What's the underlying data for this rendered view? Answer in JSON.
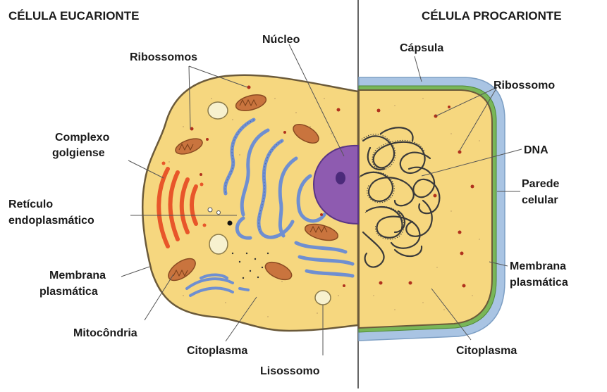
{
  "panels": {
    "eukaryote_title": "CÉLULA EUCARIONTE",
    "prokaryote_title": "CÉLULA PROCARIONTE"
  },
  "eukaryote_labels": {
    "nucleus": "Núcleo",
    "ribosomes": "Ribossomos",
    "golgi_line1": "Complexo",
    "golgi_line2": "golgiense",
    "er_line1": "Retículo",
    "er_line2": "endoplasmático",
    "membrane_line1": "Membrana",
    "membrane_line2": "plasmática",
    "mitochondria": "Mitocôndria",
    "cytoplasm": "Citoplasma",
    "lysosome": "Lisossomo"
  },
  "prokaryote_labels": {
    "capsule": "Cápsula",
    "ribosome": "Ribossomo",
    "dna": "DNA",
    "wall_line1": "Parede",
    "wall_line2": "celular",
    "membrane_line1": "Membrana",
    "membrane_line2": "plasmática",
    "cytoplasm": "Citoplasma"
  },
  "colors": {
    "cytoplasm": "#f6d77f",
    "cell_outline": "#6b5a3a",
    "nucleus": "#8e5bb0",
    "nucleolus": "#4b2a7a",
    "golgi": "#e8562a",
    "er": "#6f8fd1",
    "mitochondria": "#c9743e",
    "capsule": "#a9c4e3",
    "cell_wall": "#79b658",
    "dna": "#3a3a3a",
    "ribosome": "#b0311c",
    "divider": "#666666"
  }
}
